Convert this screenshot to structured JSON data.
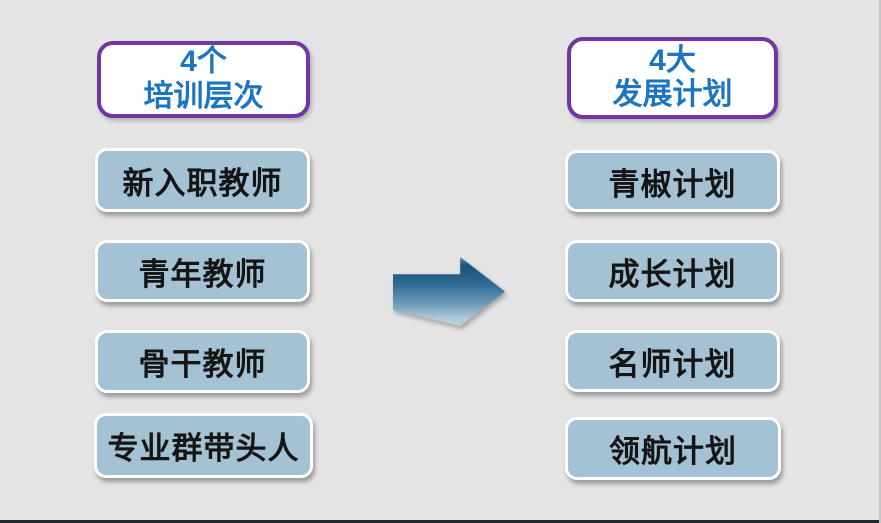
{
  "left_group": {
    "header": {
      "line1": "4个",
      "line2": "培训层次"
    },
    "items": [
      {
        "label": "新入职教师"
      },
      {
        "label": "青年教师"
      },
      {
        "label": "骨干教师"
      },
      {
        "label": "专业群带头人"
      }
    ]
  },
  "right_group": {
    "header": {
      "line1": "4大",
      "line2": "发展计划"
    },
    "items": [
      {
        "label": "青椒计划"
      },
      {
        "label": "成长计划"
      },
      {
        "label": "名师计划"
      },
      {
        "label": "领航计划"
      }
    ]
  },
  "arrow": {
    "direction": "right"
  },
  "colors": {
    "slide_background": "#e4e4e4",
    "header_border_purple": "#7335a2",
    "header_text_blue": "#1c75c2",
    "item_fill_blue": "#a4c2d3",
    "item_border": "#ffffff",
    "item_text": "#151515",
    "arrow_dark_blue": "#1d5276",
    "arrow_light_blue": "#c3d4df",
    "bottom_bar": "#1e2a31"
  }
}
